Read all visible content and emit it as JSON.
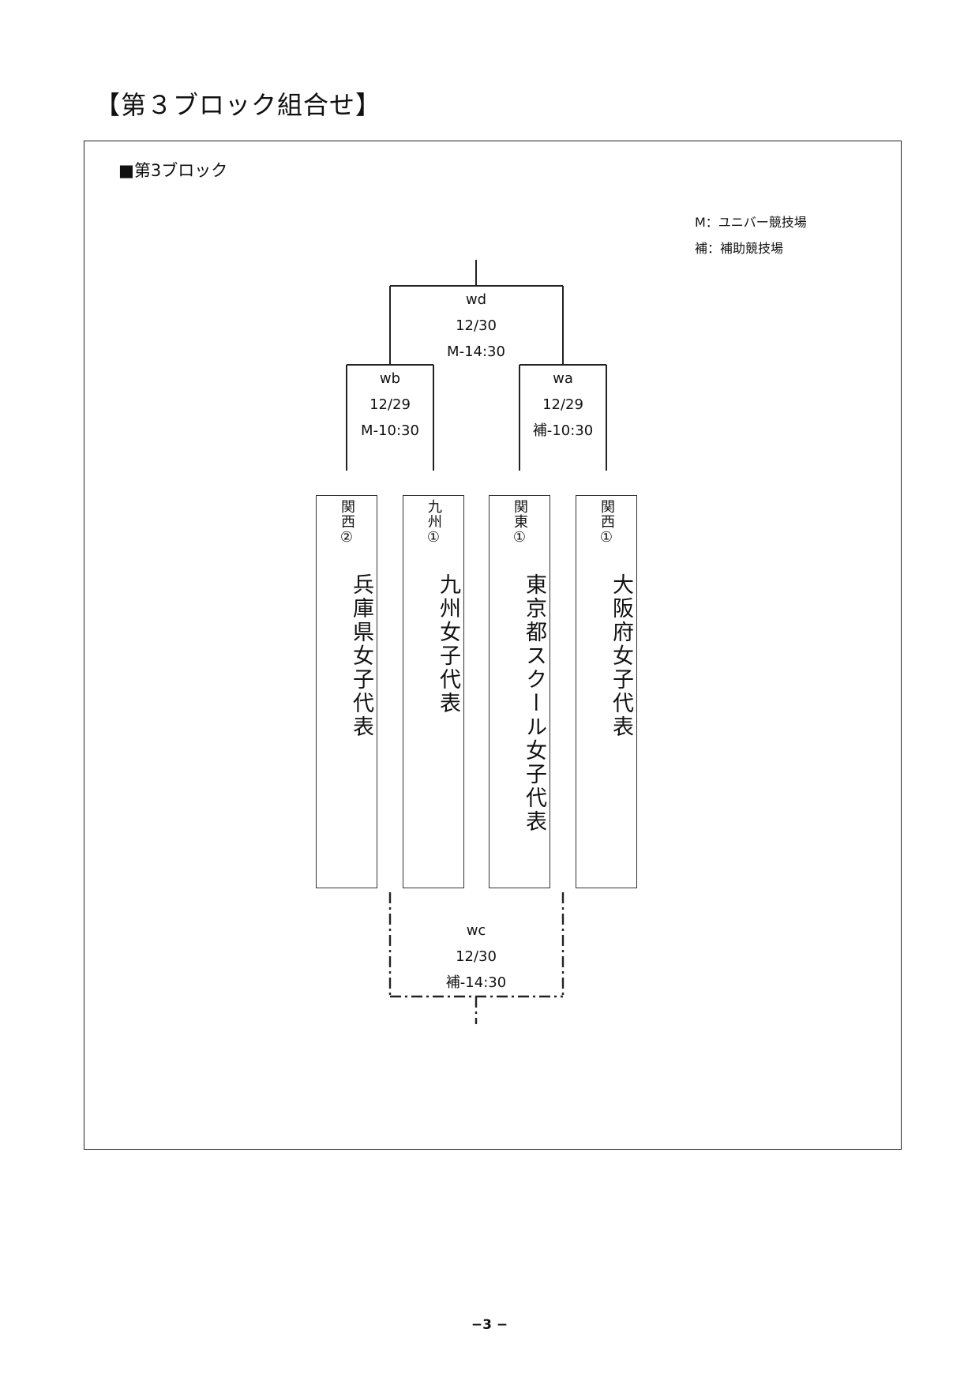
{
  "page": {
    "title": "【第３ブロック組合せ】",
    "block_label": "■第3ブロック",
    "legend": [
      "M：ユニバー競技場",
      "補：補助競技場"
    ],
    "page_number": "−3 −"
  },
  "matches": {
    "wd": {
      "code": "wd",
      "date": "12/30",
      "time": "M-14:30"
    },
    "wb": {
      "code": "wb",
      "date": "12/29",
      "time": "M-10:30"
    },
    "wa": {
      "code": "wa",
      "date": "12/29",
      "time": "補-10:30"
    },
    "wc": {
      "code": "wc",
      "date": "12/30",
      "time": "補-14:30"
    }
  },
  "teams": [
    {
      "region": "関西",
      "seed": "②",
      "name": "兵庫県女子代表"
    },
    {
      "region": "九州",
      "seed": "①",
      "name": "九州女子代表"
    },
    {
      "region": "関東",
      "seed": "①",
      "name": "東京都スクール女子代表"
    },
    {
      "region": "関西",
      "seed": "①",
      "name": "大阪府女子代表"
    }
  ]
}
